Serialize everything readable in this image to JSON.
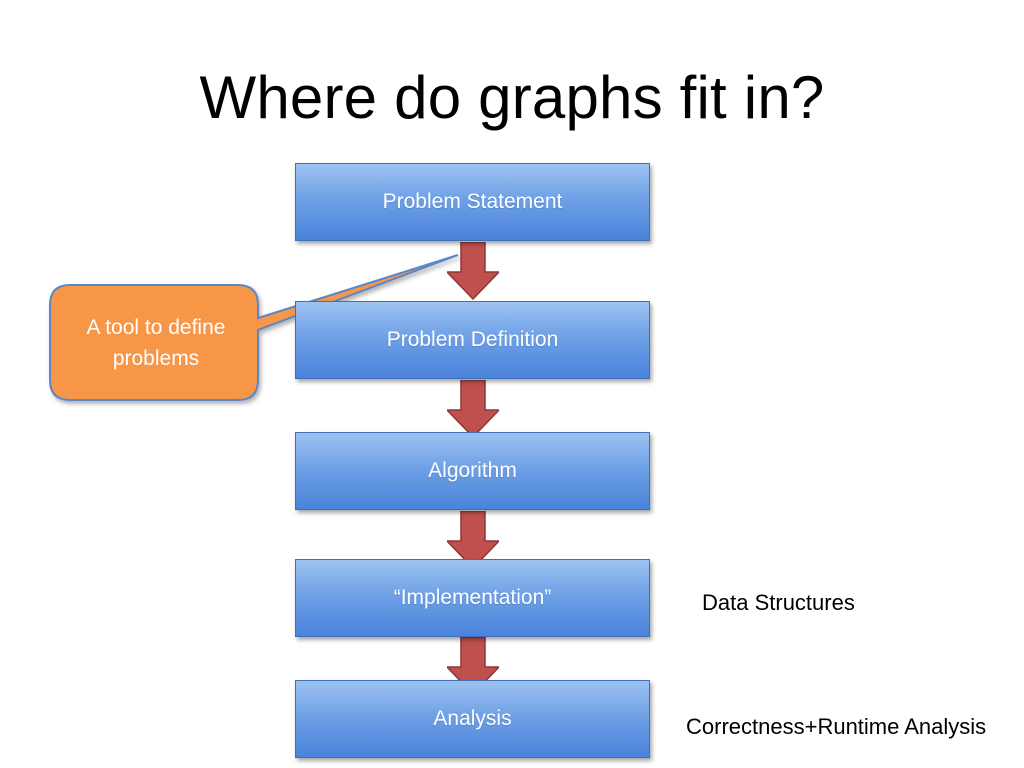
{
  "slide": {
    "title": "Where do graphs fit in?"
  },
  "flow": {
    "steps": [
      {
        "label": "Problem Statement"
      },
      {
        "label": "Problem Definition"
      },
      {
        "label": "Algorithm"
      },
      {
        "label": "“Implementation”"
      },
      {
        "label": "Analysis"
      }
    ]
  },
  "callout": {
    "text": "A tool to define problems"
  },
  "annotations": {
    "implementation_note": "Data Structures",
    "analysis_note": "Correctness+Runtime Analysis"
  },
  "colors": {
    "step_box": "#5b8fe0",
    "arrow": "#c0504d",
    "callout": "#f79646"
  }
}
